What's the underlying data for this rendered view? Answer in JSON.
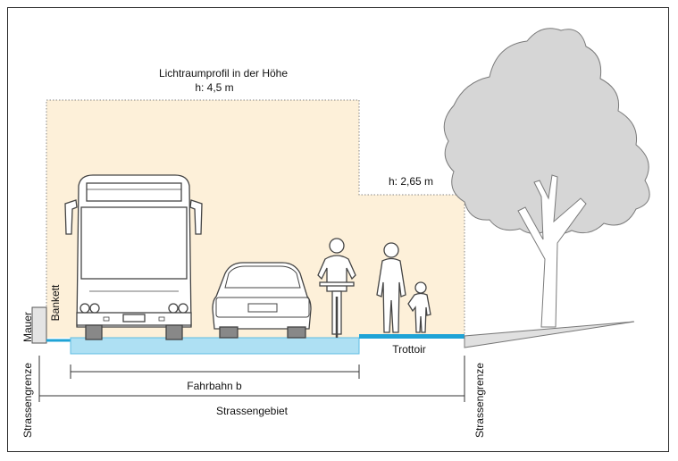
{
  "labels": {
    "clearance_title": "Lichtraumprofil in der Höhe",
    "clearance_height_main": "h: 4,5 m",
    "clearance_height_sidewalk": "h: 2,65 m",
    "wall": "Mauer",
    "shoulder": "Bankett",
    "roadway": "Fahrbahn b",
    "sidewalk": "Trottoir",
    "road_area": "Strassengebiet",
    "boundary_left": "Strassengrenze",
    "boundary_right": "Strassengrenze"
  },
  "colors": {
    "clearance_fill": "#fdf0d9",
    "road_surface": "#aee0f3",
    "road_edge": "#1fa3d6",
    "figure_fill": "#ffffff",
    "figure_stroke": "#444444",
    "tree_fill": "#d6d6d6",
    "tree_stroke": "#7a7a7a"
  },
  "icons": [
    "bus-icon",
    "car-icon",
    "cyclist-icon",
    "pedestrian-adult-icon",
    "pedestrian-child-icon",
    "tree-icon",
    "wall-icon"
  ]
}
